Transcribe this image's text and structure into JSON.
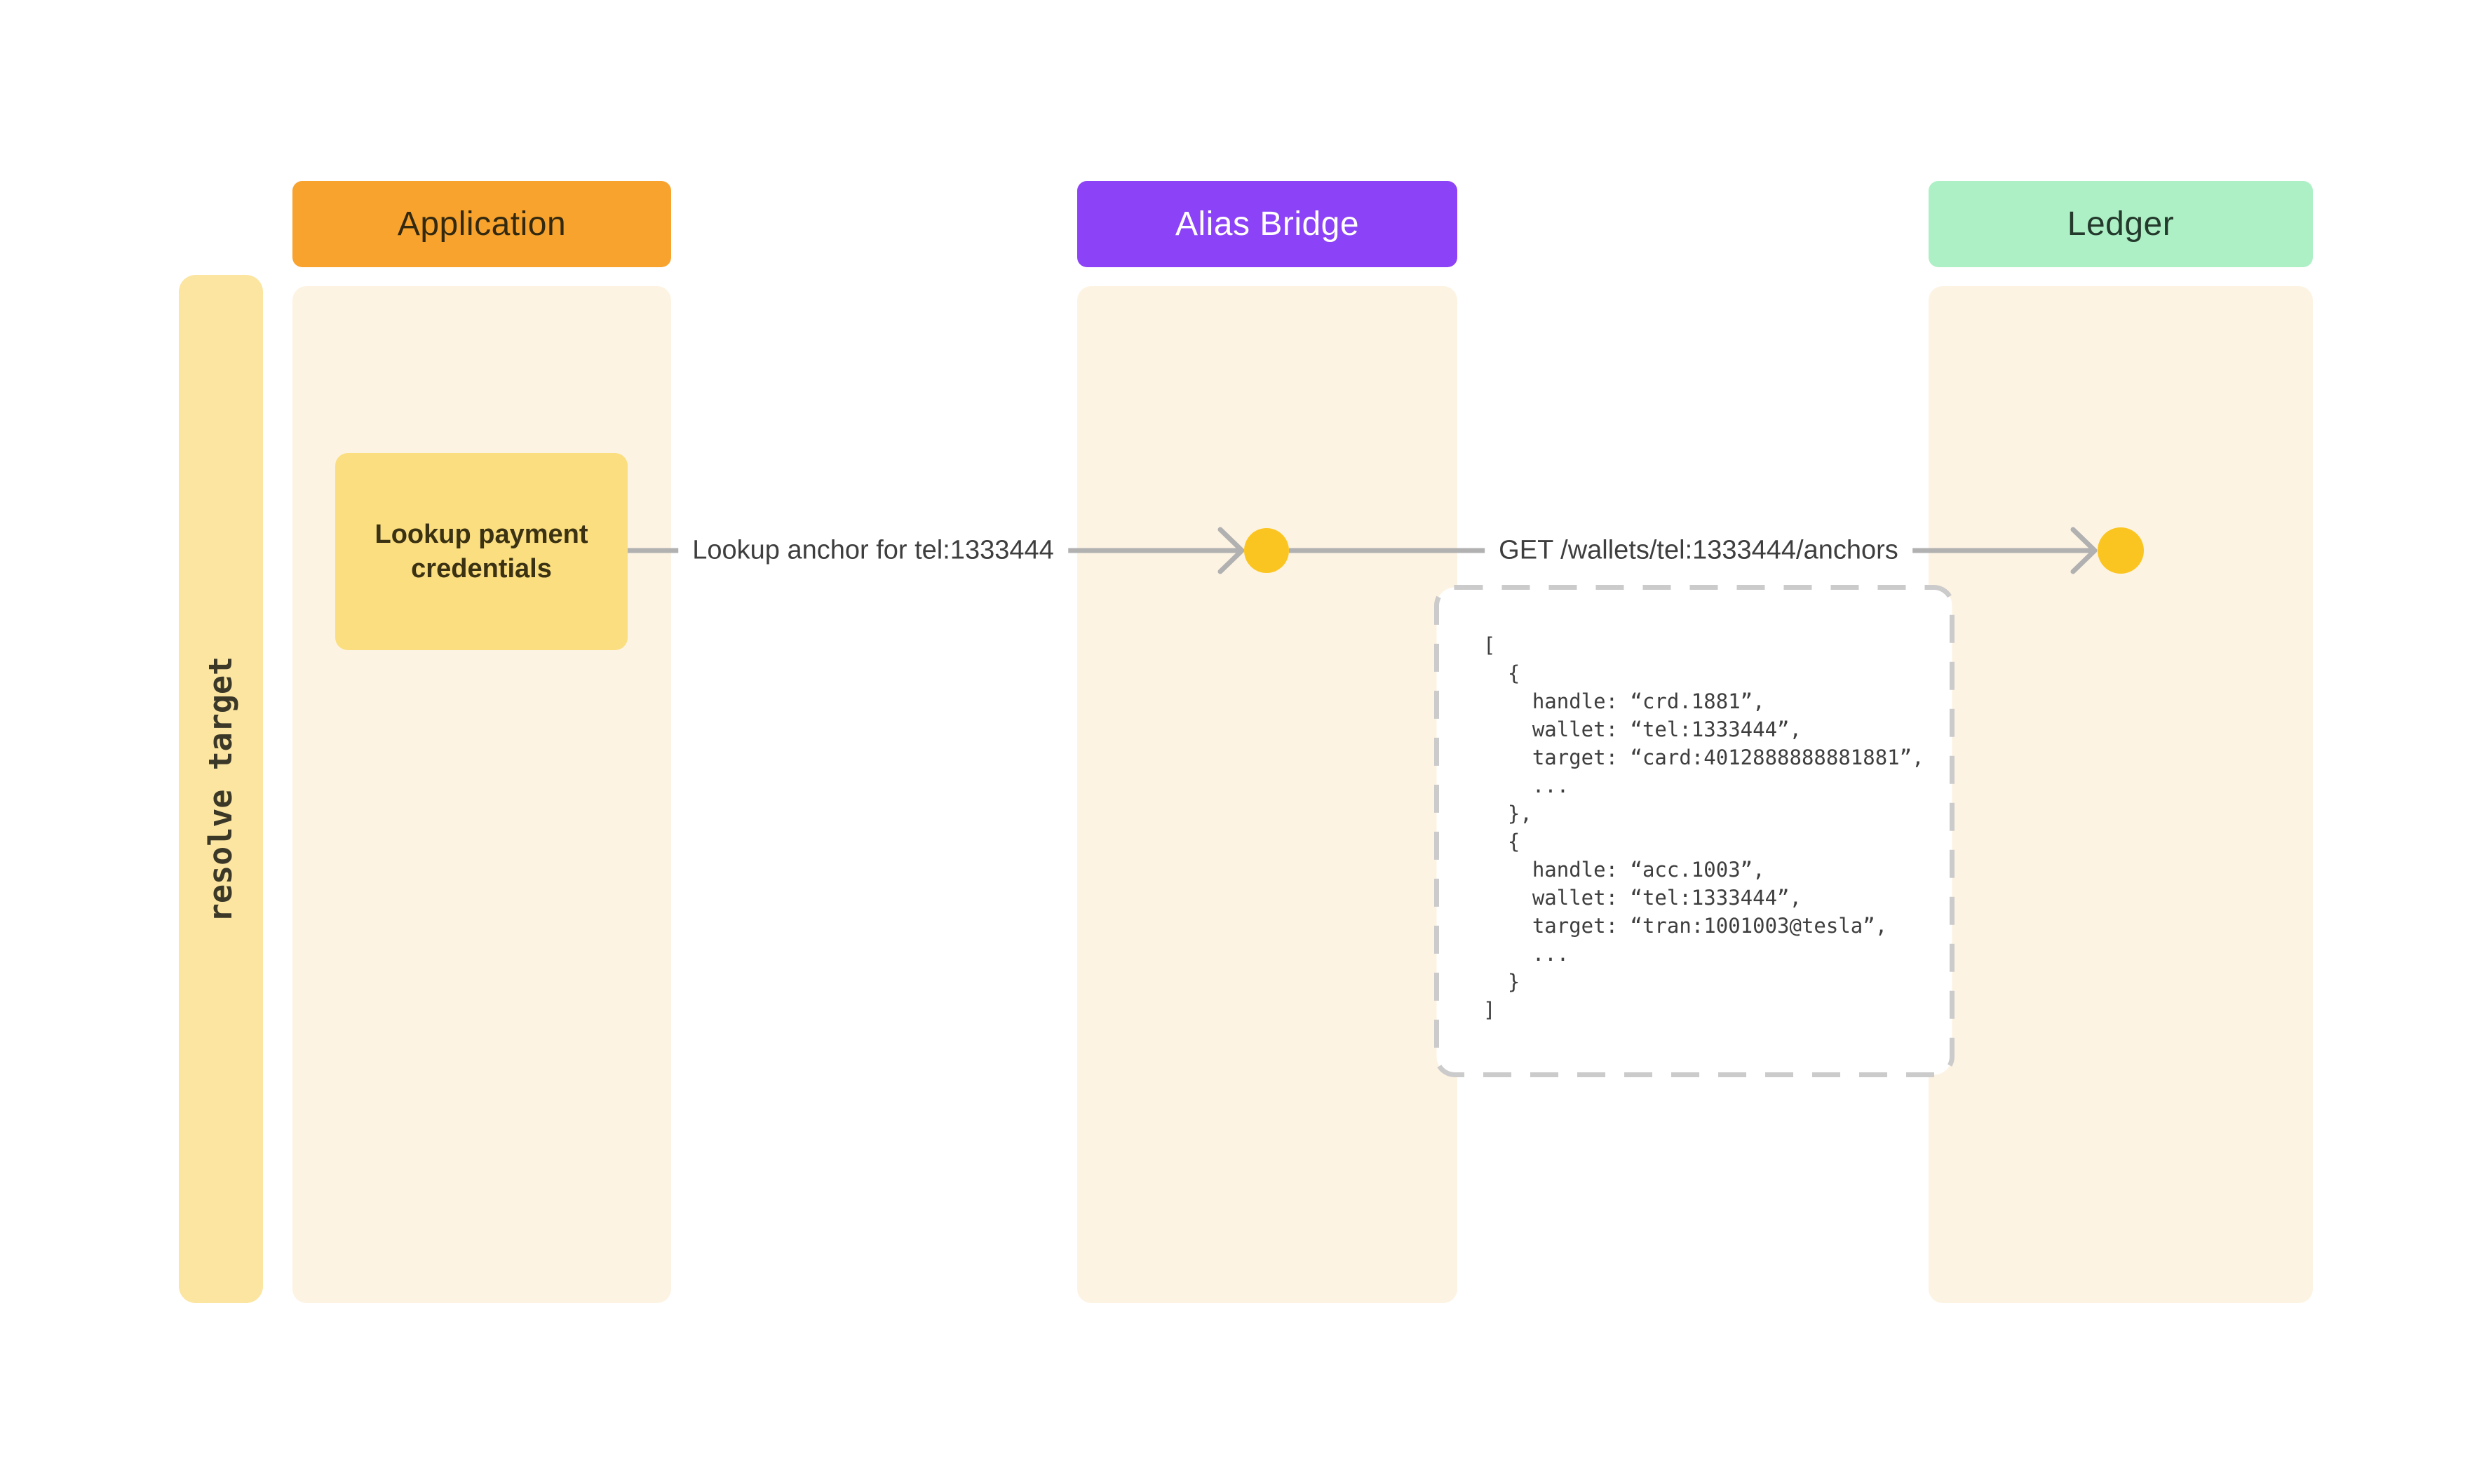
{
  "colors": {
    "application_header_bg": "#F8A32E",
    "alias_bridge_header_bg": "#8C42F6",
    "ledger_header_bg": "#AEF0C6",
    "lane_bg": "#FDF3E3",
    "phase_strip_bg": "#FBE5A0",
    "activity_box_bg": "#FADE80",
    "node_circle": "#FBC521",
    "connector": "#B1B1B1",
    "dashed_border": "#CBCBCB"
  },
  "phase": {
    "label": "resolve target"
  },
  "lanes": [
    {
      "label": "Application"
    },
    {
      "label": "Alias Bridge"
    },
    {
      "label": "Ledger"
    }
  ],
  "activity": {
    "label": "Lookup payment credentials"
  },
  "messages": [
    {
      "label": "Lookup anchor for tel:1333444"
    },
    {
      "label": "GET /wallets/tel:1333444/anchors"
    }
  ],
  "code": {
    "text": "[\n  {\n    handle: “crd.1881”,\n    wallet: “tel:1333444”,\n    target: “card:4012888888881881”,\n    ...\n  },\n  {\n    handle: “acc.1003”,\n    wallet: “tel:1333444”,\n    target: “tran:1001003@tesla”,\n    ...\n  }\n]"
  }
}
